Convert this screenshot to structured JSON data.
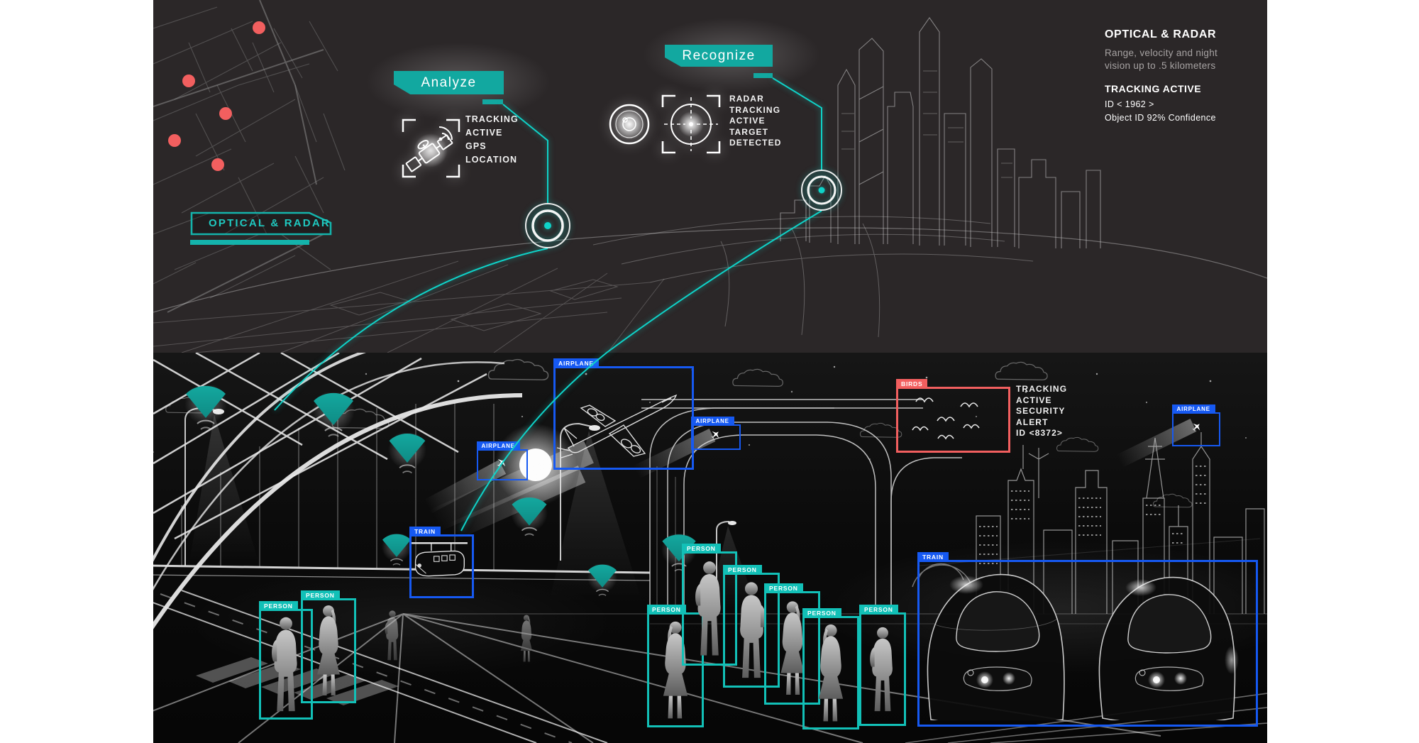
{
  "colors": {
    "teal_banner": "#12a8a0",
    "teal_box": "#12c0b7",
    "blue_box": "#1659f2",
    "alert_red": "#f25f5f",
    "bg_top": "#2b2728",
    "bg_bottom": "#0b0b0b"
  },
  "top_scene": {
    "map_label": "OPTICAL & RADAR",
    "analyze_label": "Analyze",
    "gps_text": "TRACKING\nACTIVE\nGPS\nLOCATION",
    "recognize_label": "Recognize",
    "radar_text": "RADAR\nTRACKING\nACTIVE\nTARGET\nDETECTED",
    "info": {
      "title": "OPTICAL & RADAR",
      "subtitle": "Range, velocity and night\nvision up to .5 kilometers",
      "tracking": "TRACKING ACTIVE",
      "id": "ID < 1962 >",
      "confidence": "Object ID 92% Confidence"
    }
  },
  "bottom_scene": {
    "labels": {
      "airplane": "AIRPLANE",
      "person": "PERSON",
      "train": "TRAIN",
      "birds": "BIRDS"
    },
    "birds_alert": "TRACKING\nACTIVE\nSECURITY\nALERT\nID <8372>"
  }
}
